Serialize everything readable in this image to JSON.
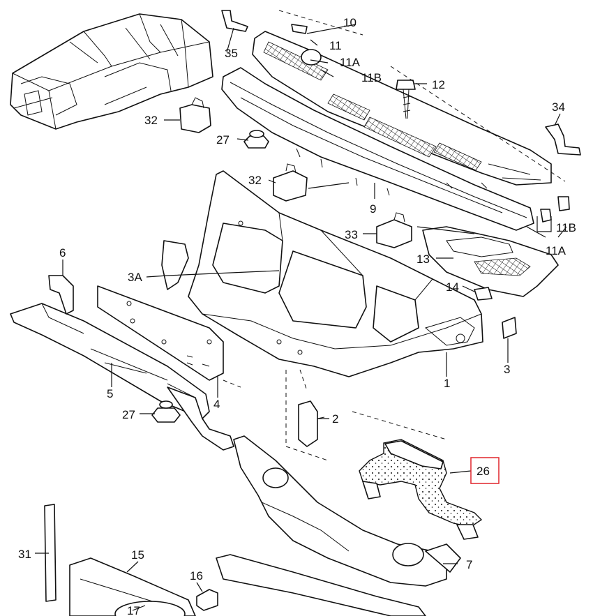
{
  "labels": {
    "p1": "1",
    "p2": "2",
    "p3": "3",
    "p3a": "3A",
    "p4": "4",
    "p5": "5",
    "p6": "6",
    "p7": "7",
    "p9": "9",
    "p10": "10",
    "p11": "11",
    "p11a_top": "11A",
    "p11b_top": "11B",
    "p11a_right": "11A",
    "p11b_right": "11B",
    "p12": "12",
    "p13": "13",
    "p14": "14",
    "p15": "15",
    "p16": "16",
    "p17": "17",
    "p26": "26",
    "p27_top": "27",
    "p27_bottom": "27",
    "p31": "31",
    "p32_top": "32",
    "p32_mid": "32",
    "p33": "33",
    "p34": "34",
    "p35": "35"
  },
  "highlight": {
    "part": "26",
    "color": "#e0252b"
  }
}
